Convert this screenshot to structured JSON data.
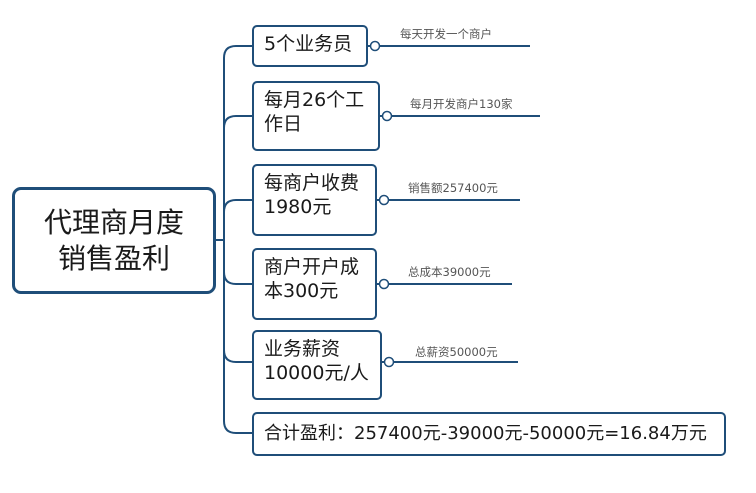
{
  "root": {
    "label": "代理商月度销售盈利"
  },
  "branches": [
    {
      "label": "5个业务员",
      "note": "每天开发一个商户"
    },
    {
      "label": "每月26个工作日",
      "note": "每月开发商户130家"
    },
    {
      "label": "每商户收费1980元",
      "note": "销售额257400元"
    },
    {
      "label": "商户开户成本300元",
      "note": "总成本39000元"
    },
    {
      "label": "业务薪资10000元/人",
      "note": "总薪资50000元"
    },
    {
      "label": "合计盈利：257400元-39000元-50000元=16.84万元"
    }
  ],
  "colors": {
    "line": "#1f4e79",
    "note_text": "#555555"
  }
}
